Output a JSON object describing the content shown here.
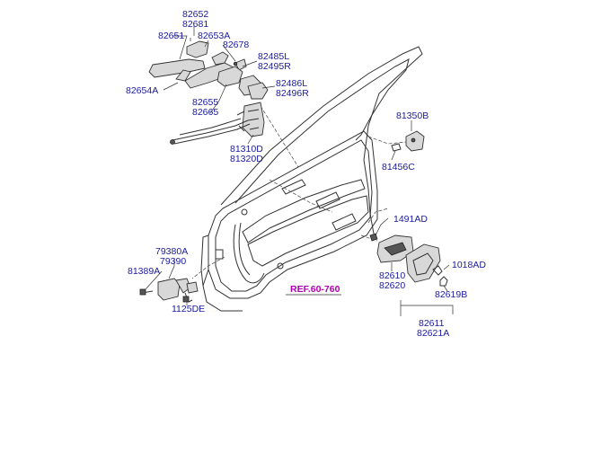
{
  "labels": {
    "l82652": "82652",
    "l82681": "82681",
    "l82651": "82651",
    "l82653A": "82653A",
    "l82678": "82678",
    "l82485L": "82485L",
    "l82495R": "82495R",
    "l82486L": "82486L",
    "l82496R": "82496R",
    "l82654A": "82654A",
    "l82655": "82655",
    "l82665": "82665",
    "l81310D": "81310D",
    "l81320D": "81320D",
    "l81350B": "81350B",
    "l81456C": "81456C",
    "l1491AD": "1491AD",
    "l79380A": "79380A",
    "l79390": "79390",
    "l81389A": "81389A",
    "l1125DE": "1125DE",
    "l82610": "82610",
    "l82620": "82620",
    "l1018AD": "1018AD",
    "l82619B": "82619B",
    "l82611": "82611",
    "l82621A": "82621A"
  },
  "reference": "REF.60-760",
  "colors": {
    "label": "#1a1aa0",
    "reference": "#b000b0",
    "line": "#333333"
  }
}
